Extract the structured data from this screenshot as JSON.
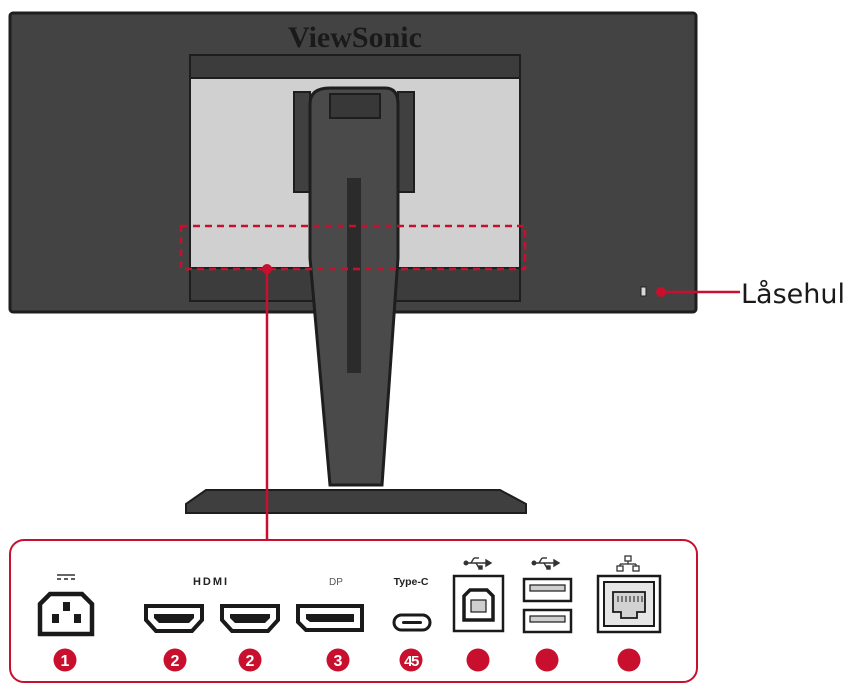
{
  "brand": "ViewSonic",
  "lock_slot_label": "Låsehul",
  "colors": {
    "accent": "#c8102e",
    "monitor_back": "#434343",
    "panel_light": "#d0d0d0",
    "stand": "#4a4a4a",
    "outline": "#1e1e1e"
  },
  "ports": [
    {
      "name": "power",
      "icon": "power-socket-icon",
      "label": "",
      "badge": "1"
    },
    {
      "name": "hdmi-1",
      "icon": "hdmi-port-icon",
      "label": "HDMI",
      "badge": "2"
    },
    {
      "name": "hdmi-2",
      "icon": "hdmi-port-icon",
      "label": "",
      "badge": "2"
    },
    {
      "name": "displayport",
      "icon": "displayport-icon",
      "label": "DP",
      "badge": "3"
    },
    {
      "name": "usb-c",
      "icon": "usb-c-port-icon",
      "label": "Type-C",
      "badge": "45"
    },
    {
      "name": "usb-b",
      "icon": "usb-b-port-icon",
      "label": "",
      "badge": ""
    },
    {
      "name": "usb-a",
      "icon": "usb-a-ports-icon",
      "label": "",
      "badge": ""
    },
    {
      "name": "ethernet",
      "icon": "ethernet-port-icon",
      "label": "",
      "badge": ""
    }
  ]
}
